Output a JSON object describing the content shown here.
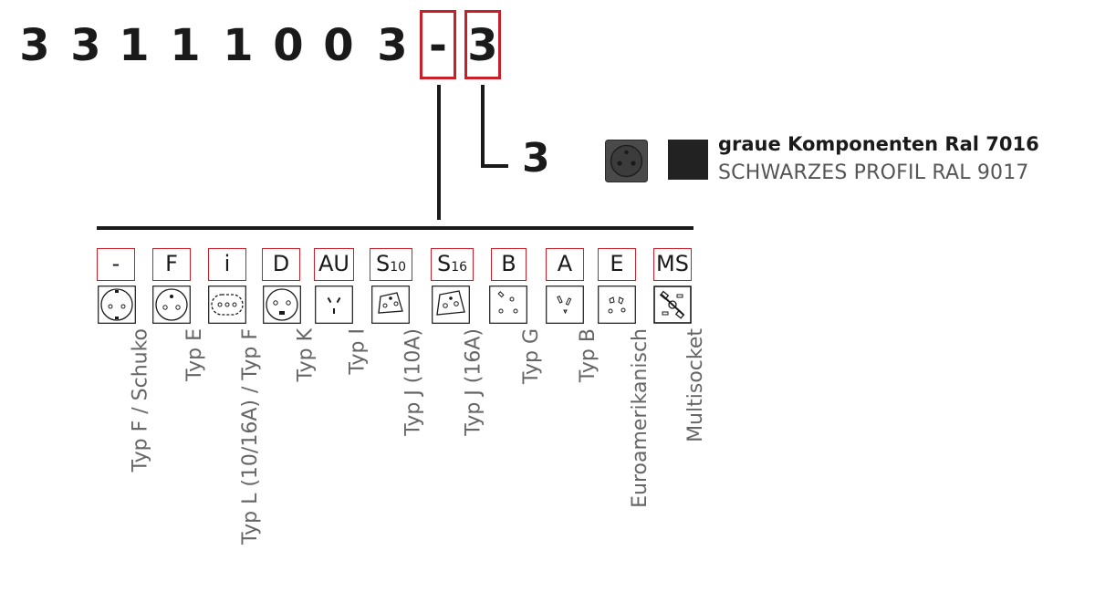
{
  "code": {
    "digits": [
      "3",
      "3",
      "1",
      "1",
      "1",
      "0",
      "0",
      "3"
    ],
    "separator": "-",
    "variant": "3"
  },
  "highlight_color": "#c8202a",
  "color_option": {
    "number": "3",
    "socket_icon": "grey-socket-icon",
    "components_label": "graue Komponenten Ral 7016",
    "profile_label": "SCHWARZES PROFIL RAL 9017"
  },
  "socket_types": [
    {
      "code": "-",
      "sub": "",
      "icon": "schuko-socket-icon",
      "label": "Typ F / Schuko"
    },
    {
      "code": "F",
      "sub": "",
      "icon": "type-e-socket-icon",
      "label": "Typ E"
    },
    {
      "code": "i",
      "sub": "",
      "icon": "type-l-socket-icon",
      "label": "Typ L (10/16A) / Typ F"
    },
    {
      "code": "D",
      "sub": "",
      "icon": "type-k-socket-icon",
      "label": "Typ K"
    },
    {
      "code": "AU",
      "sub": "",
      "icon": "type-i-socket-icon",
      "label": "Typ I"
    },
    {
      "code": "S",
      "sub": "10",
      "icon": "type-j-10a-socket-icon",
      "label": "Typ J (10A)"
    },
    {
      "code": "S",
      "sub": "16",
      "icon": "type-j-16a-socket-icon",
      "label": "Typ J (16A)"
    },
    {
      "code": "B",
      "sub": "",
      "icon": "type-g-socket-icon",
      "label": "Typ G"
    },
    {
      "code": "A",
      "sub": "",
      "icon": "type-b-socket-icon",
      "label": "Typ B"
    },
    {
      "code": "E",
      "sub": "",
      "icon": "euro-american-socket-icon",
      "label": "Euroamerikanisch"
    },
    {
      "code": "MS",
      "sub": "",
      "icon": "multisocket-icon",
      "label": "Multisocket"
    }
  ]
}
